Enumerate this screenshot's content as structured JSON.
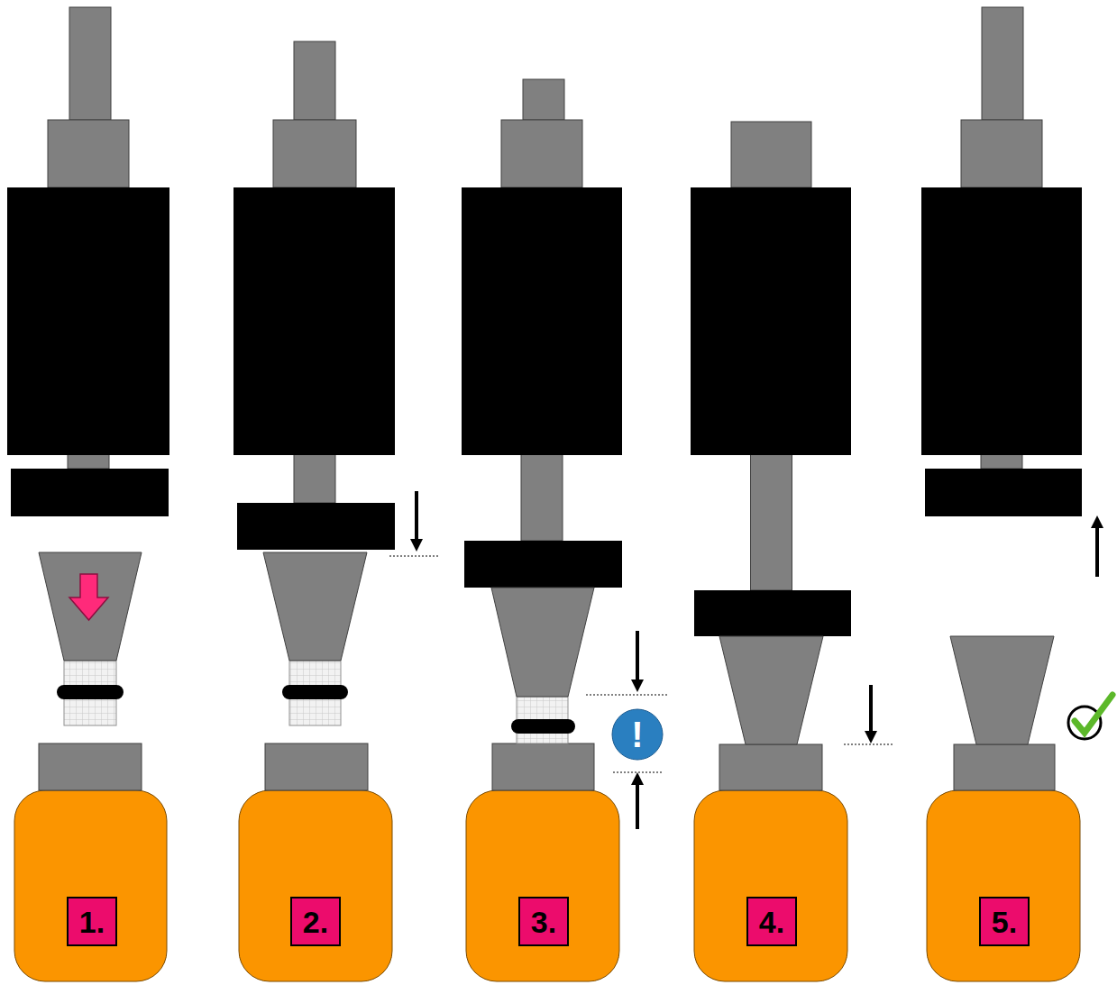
{
  "diagram": {
    "nodes": [
      {
        "text": [
          "1."
        ]
      },
      {
        "text": [
          "2."
        ]
      },
      {
        "text": [
          "3."
        ]
      },
      {
        "text": [
          "4."
        ]
      },
      {
        "text": [
          "5."
        ]
      }
    ],
    "labels": [
      "!"
    ]
  }
}
